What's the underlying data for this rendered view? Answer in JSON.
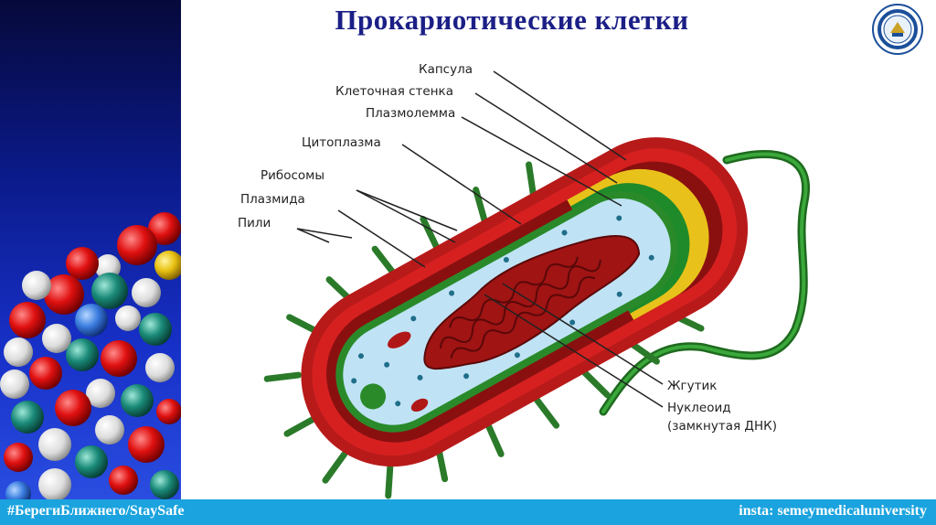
{
  "title": "Прокариотические клетки",
  "labels": {
    "capsule": "Капсула",
    "cell_wall": "Клеточная стенка",
    "plasmalemma": "Плазмолемма",
    "cytoplasm": "Цитоплазма",
    "ribosomes": "Рибосомы",
    "plasmid": "Плазмида",
    "pili": "Пили",
    "flagellum": "Жгутик",
    "nucleoid": "Нуклеоид",
    "nucleoid_note": "(замкнутая ДНК)"
  },
  "footer": {
    "hashtag": "#БерегиБлижнего/StaySafe",
    "insta": "insta: semeymedicaluniversity"
  },
  "colors": {
    "title": "#1b1f86",
    "footer_bg": "#1aa3de",
    "capsule": "#c01818",
    "cell_wall": "#e8c21a",
    "membrane": "#2a8a2a",
    "cytoplasm": "#bfe3f5"
  }
}
